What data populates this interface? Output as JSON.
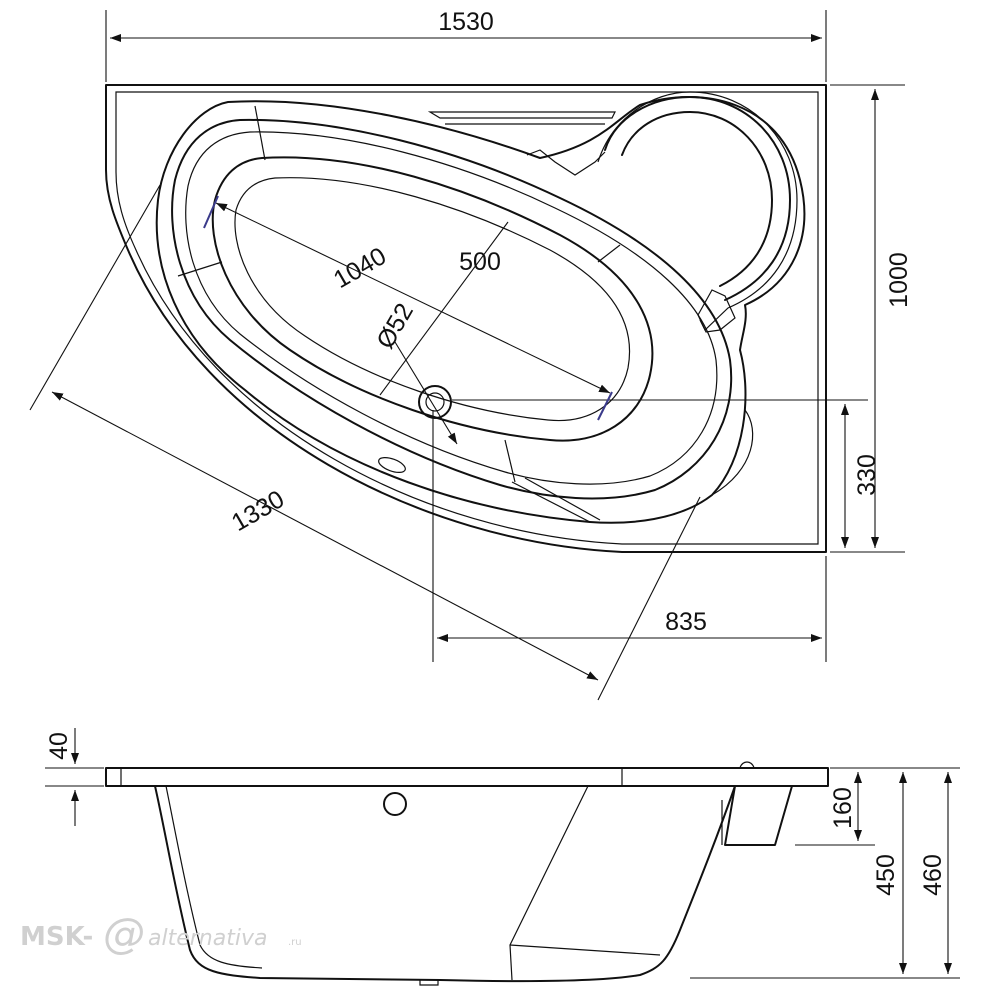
{
  "dimensions": {
    "overall_length": "1530",
    "overall_width": "1000",
    "diagonal_length": "1330",
    "basin_length": "1040",
    "basin_width": "500",
    "drain_diameter": "Ø52",
    "drain_offset_y": "330",
    "drain_offset_x": "835",
    "rim_thickness": "40",
    "apron_height": "160",
    "tub_depth": "450",
    "total_height": "460"
  },
  "watermark": {
    "prefix": "MSK-",
    "at_sign": "@",
    "suffix": "alternativa",
    "domain": ".ru"
  },
  "colors": {
    "line": "#111111",
    "watermark": "#d0d0d0",
    "accent": "#3a3a8a"
  }
}
